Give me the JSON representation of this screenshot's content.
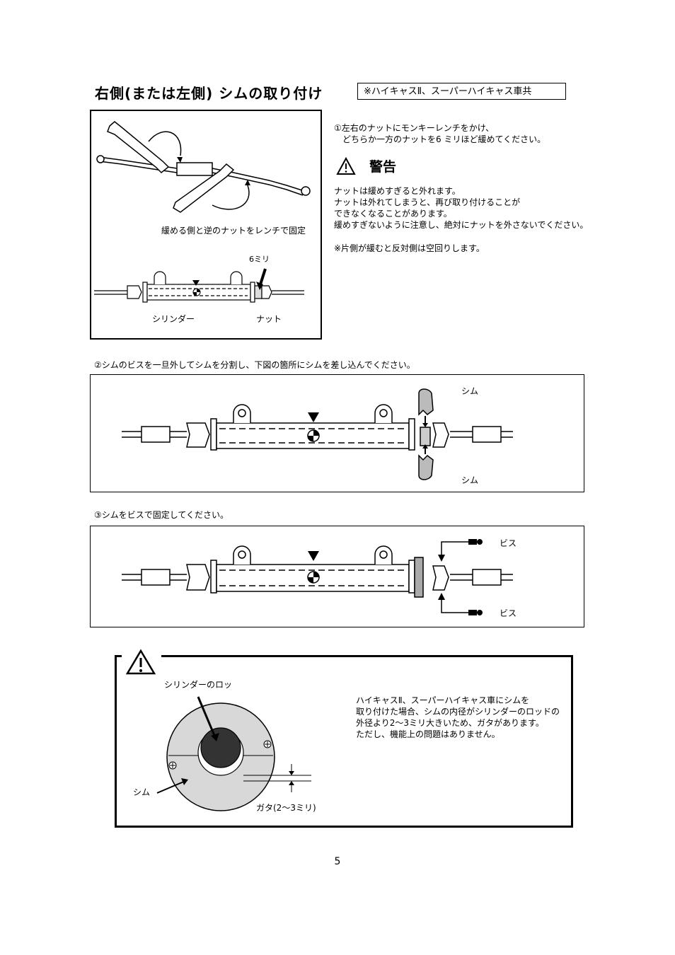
{
  "page": {
    "title": "右側(または左側) シムの取り付け",
    "vehicle_note": "※ハイキャスⅡ、スーパーハイキャス車共",
    "page_number": "5"
  },
  "step1": {
    "instruction_lines": [
      "①左右のナットにモンキーレンチをかけ、",
      "　どちらか一方のナットを6 ミリほど緩めてください。"
    ],
    "warning_title": "警告",
    "warning_lines": [
      "ナットは緩めすぎると外れます。",
      "ナットは外れてしまうと、再び取り付けることが",
      "できなくなることがあります。",
      "緩めすぎないように注意し、絶対にナットを外さないでください。"
    ],
    "side_note": "※片側が緩むと反対側は空回りします。",
    "figure_caption": "緩める側と逆のナットをレンチで固定",
    "label_6mm": "6ミリ",
    "label_cylinder": "シリンダー",
    "label_nut": "ナット"
  },
  "step2": {
    "instruction": "②シムのビスを一旦外してシムを分割し、下図の箇所にシムを差し込んでください。",
    "label_shim_top": "シム",
    "label_shim_bottom": "シム"
  },
  "step3": {
    "instruction": "③シムをビスで固定してください。",
    "label_screw_top": "ビス",
    "label_screw_bottom": "ビス"
  },
  "caution": {
    "label_rod": "シリンダーのロッ",
    "label_shim": "シム",
    "label_gap": "ガタ(2～3ミリ)",
    "text_lines": [
      "ハイキャスⅡ、スーパーハイキャス車にシムを",
      "取り付けた場合、シムの内径がシリンダーのロッドの",
      "外径より2～3ミリ大きいため、ガタがあります。",
      "ただし、機能上の問題はありません。"
    ]
  }
}
